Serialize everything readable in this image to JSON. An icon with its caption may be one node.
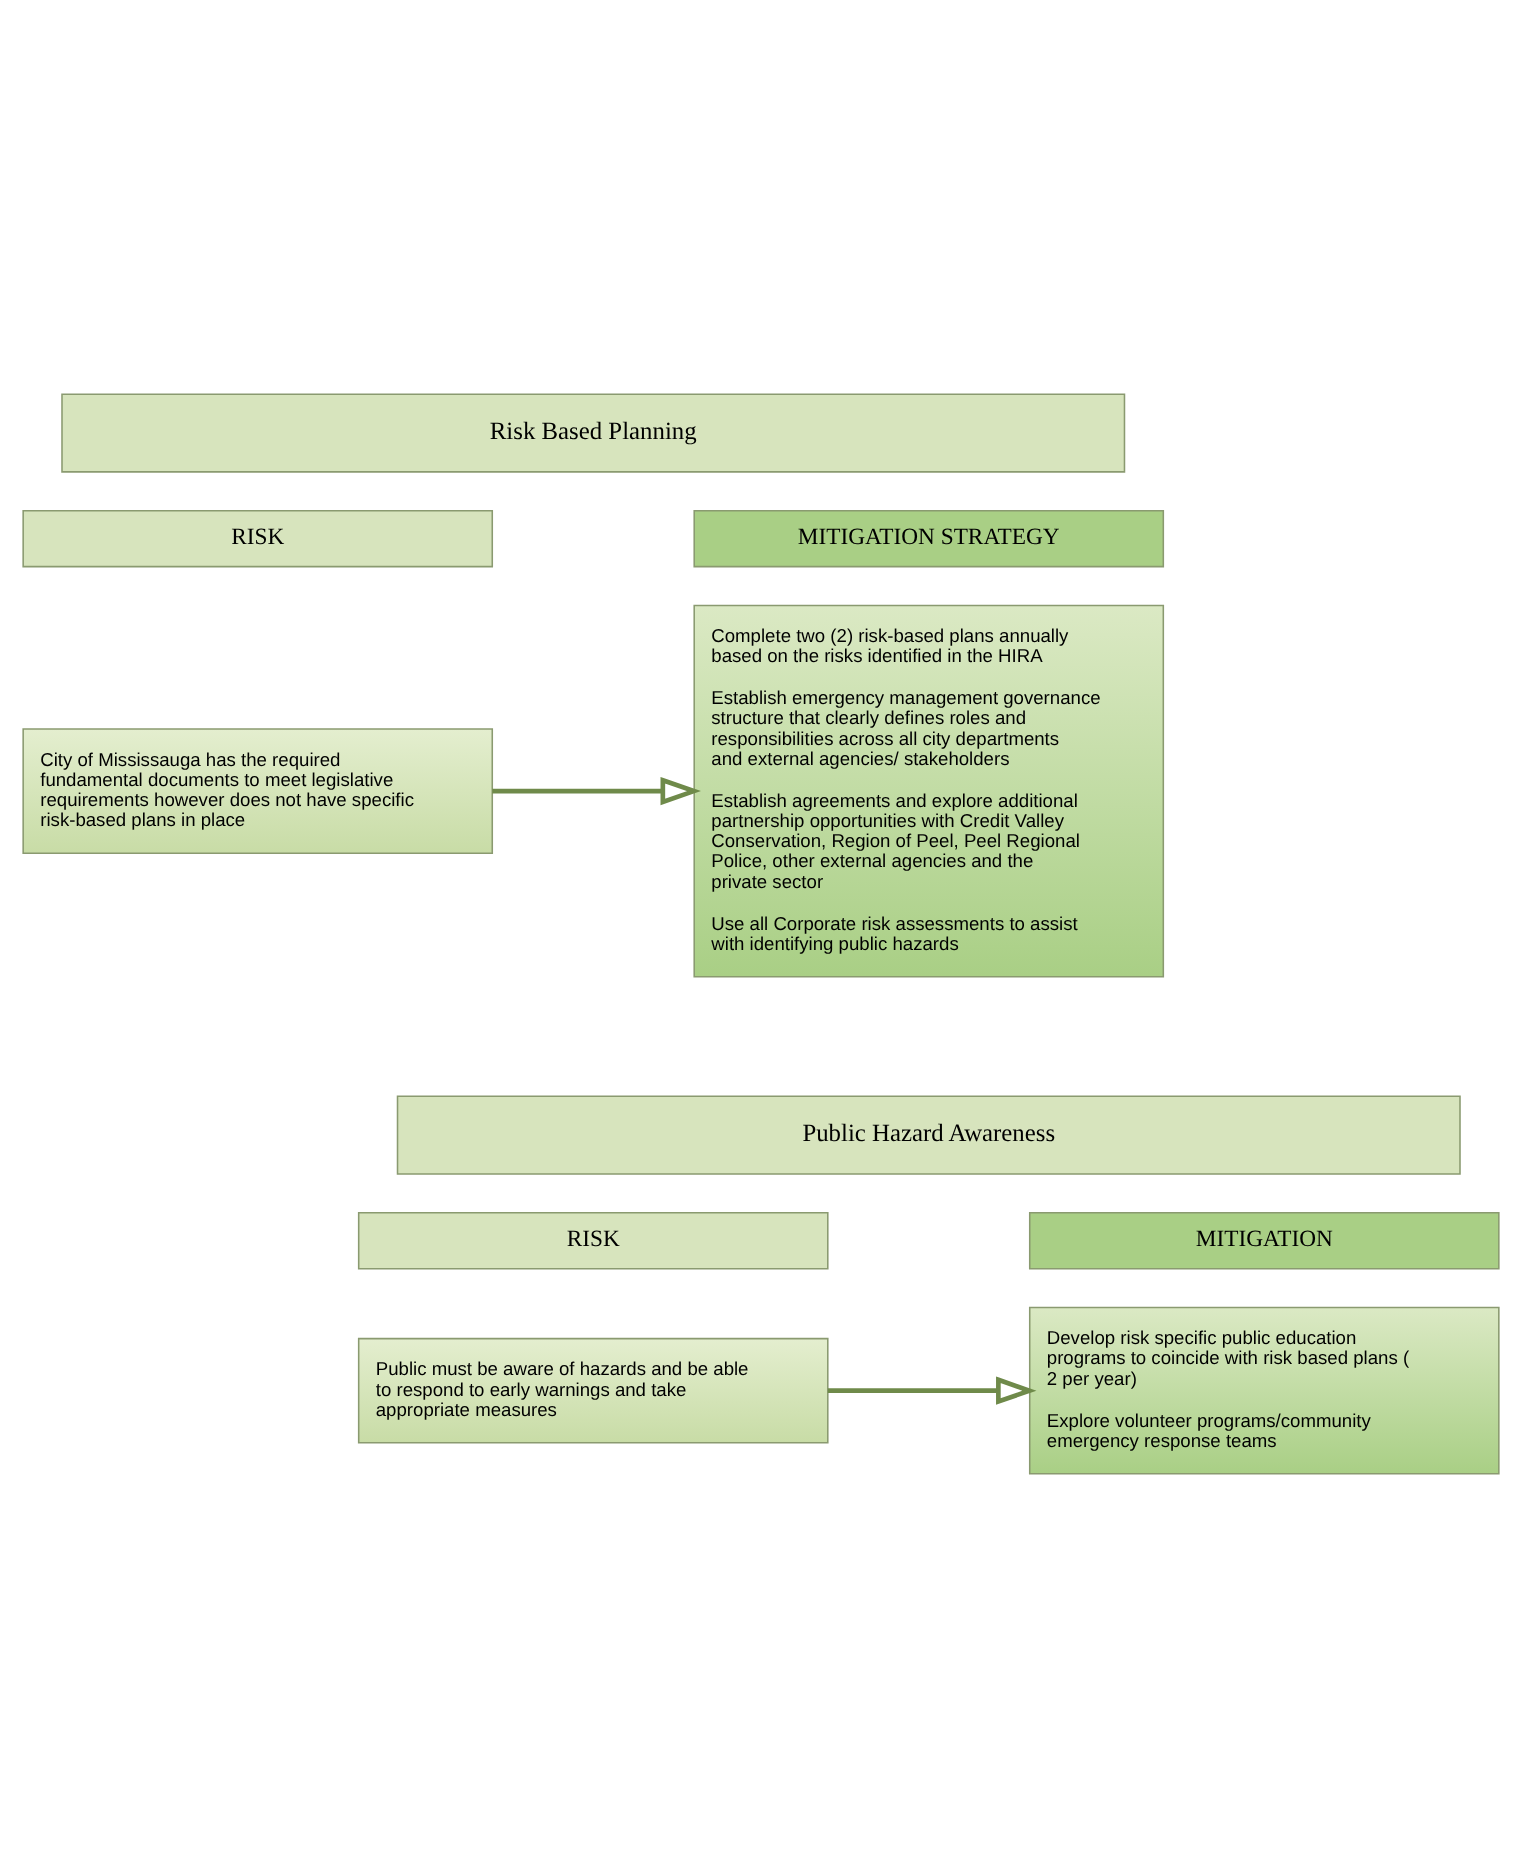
{
  "diagram": {
    "nodes": [
      {
        "text": [
          "Risk Based Planning"
        ]
      },
      {
        "text": [
          "RISK"
        ]
      },
      {
        "text": [
          "MITIGATION STRATEGY"
        ]
      },
      {
        "text": [
          "City of Mississauga has the required fundamental documents to meet legislative requirements however does not have specific risk-based plans in place"
        ]
      },
      {
        "text": [
          "Complete two (2) risk-based plans annually based on the risks identified in the HIRA",
          "Establish emergency management governance structure that clearly defines roles and responsibilities across all city departments and external agencies/ stakeholders",
          "Establish agreements and explore additional partnership opportunities with Credit Valley Conservation, Region of Peel, Peel Regional Police, other external agencies and the private sector",
          "Use all Corporate risk assessments to assist with identifying public hazards"
        ]
      },
      {
        "text": [
          "Public Hazard Awareness"
        ]
      },
      {
        "text": [
          "RISK"
        ]
      },
      {
        "text": [
          "MITIGATION"
        ]
      },
      {
        "text": [
          "Public must be aware of hazards and be able to respond to early warnings and take appropriate measures"
        ]
      },
      {
        "text": [
          "Develop risk specific public education programs to coincide with risk based plans ( 2 per year)",
          "Explore volunteer programs/community emergency response teams"
        ]
      }
    ],
    "edges": [
      {
        "from": 3,
        "to": 4,
        "arrow": "to"
      },
      {
        "from": 8,
        "to": 9,
        "arrow": "to"
      }
    ]
  }
}
